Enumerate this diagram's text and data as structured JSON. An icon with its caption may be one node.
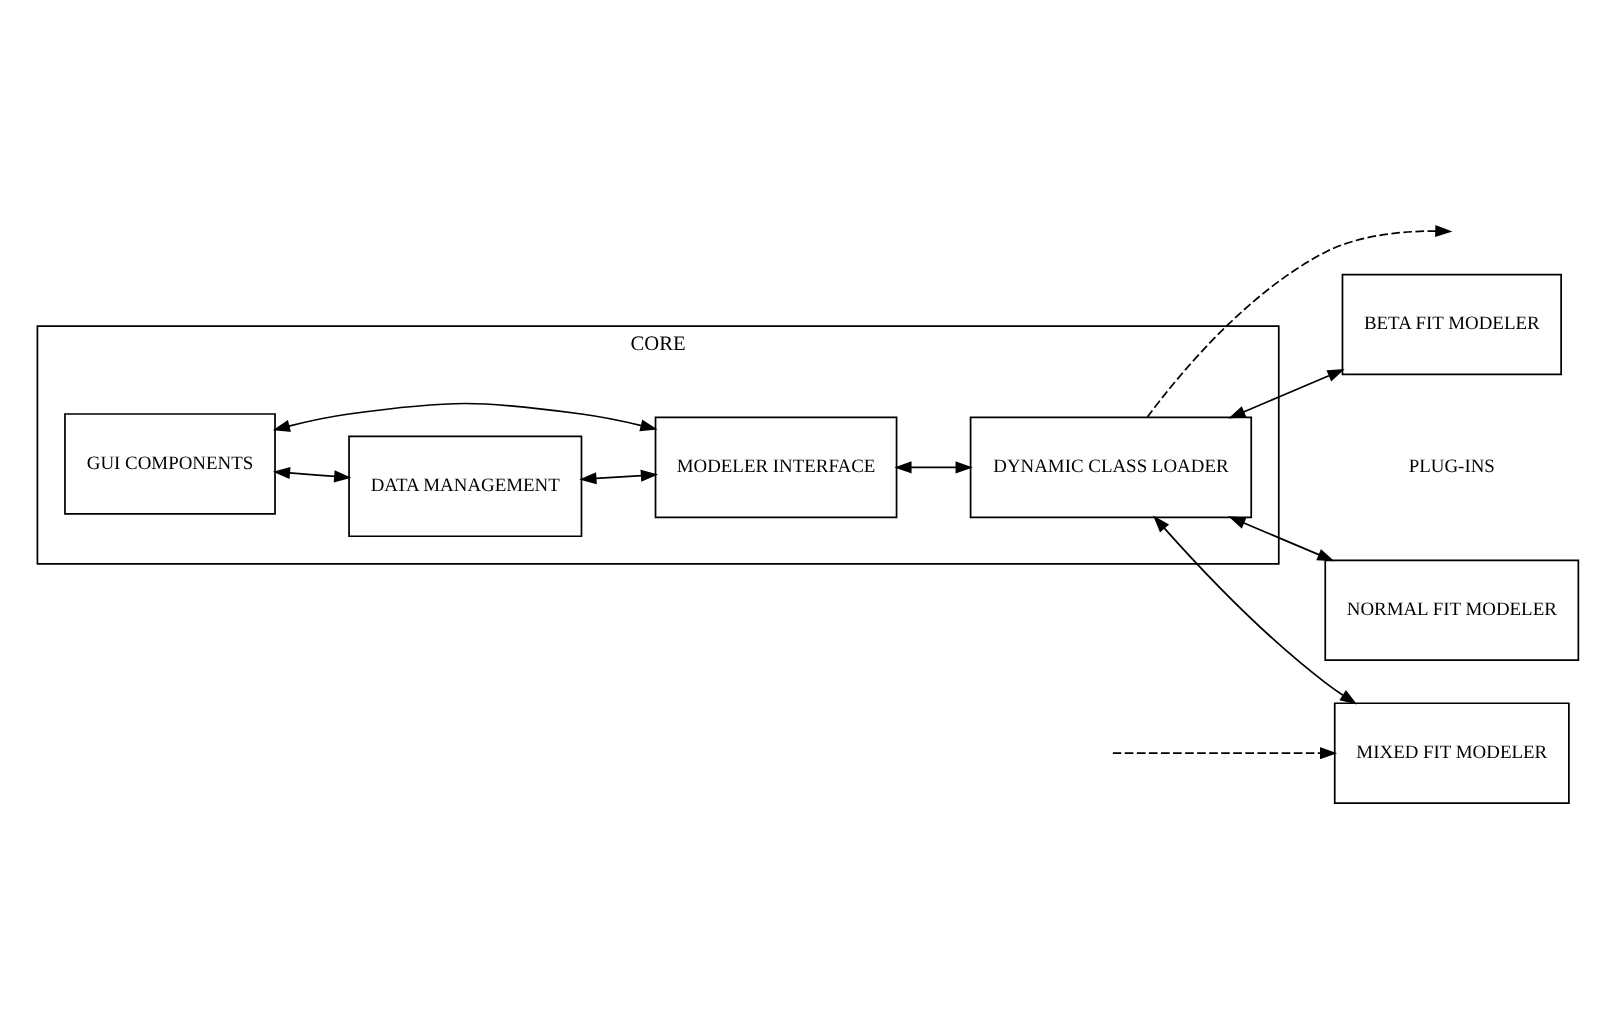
{
  "diagram": {
    "nodes": [
      {
        "text": [
          "CORE"
        ]
      },
      {
        "text": [
          "GUI COMPONENTS"
        ],
        "in": 0
      },
      {
        "text": [
          "DATA MANAGEMENT"
        ],
        "in": 0
      },
      {
        "text": [
          "MODELER INTERFACE"
        ],
        "in": 0
      },
      {
        "text": [
          "DYNAMIC CLASS LOADER"
        ],
        "in": 0
      },
      {
        "text": [
          "NORMAL FIT MODELER"
        ]
      },
      {
        "text": [
          "BETA FIT MODELER"
        ]
      },
      {
        "text": [
          "MIXED FIT MODELER"
        ]
      }
    ],
    "edges": [
      {
        "from": 1,
        "to": 2,
        "arrow": "both"
      },
      {
        "from": 1,
        "to": 3,
        "arrow": "both"
      },
      {
        "from": 2,
        "to": 3,
        "arrow": "both"
      },
      {
        "from": 3,
        "to": 4,
        "arrow": "both"
      },
      {
        "from": 4,
        "to": 5,
        "arrow": "both"
      },
      {
        "from": 4,
        "to": 6,
        "arrow": "both"
      },
      {
        "from": 4,
        "to": 7,
        "arrow": "both"
      },
      {
        "from": 4,
        "to": null,
        "arrow": "to",
        "style": "dashed"
      },
      {
        "from": null,
        "to": 7,
        "arrow": "to",
        "style": "dashed"
      }
    ],
    "labels": [
      "PLUG-INS"
    ]
  }
}
